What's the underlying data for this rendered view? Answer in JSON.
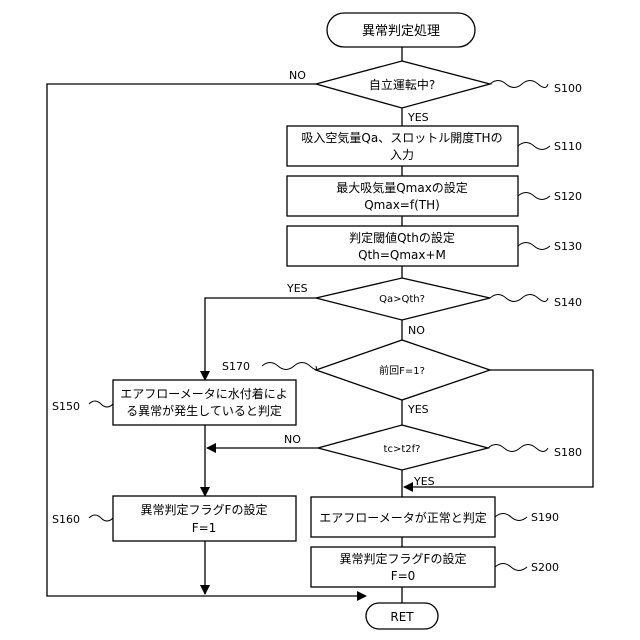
{
  "start": {
    "label": "異常判定処理"
  },
  "end": {
    "label": "RET"
  },
  "decisions": {
    "s100": {
      "text": "自立運転中?",
      "step": "S100",
      "no_label": "NO",
      "yes_label": "YES"
    },
    "s140": {
      "text": "Qa>Qth?",
      "step": "S140",
      "yes_label": "YES",
      "no_label": "NO"
    },
    "s170": {
      "text": "前回F=1?",
      "step": "S170",
      "yes_label": "YES"
    },
    "s180": {
      "text": "tc>t2f?",
      "step": "S180",
      "no_label": "NO",
      "yes_label": "YES"
    }
  },
  "processes": {
    "s110": {
      "line1": "吸入空気量Qa、スロットル開度THの",
      "line2": "入力",
      "step": "S110"
    },
    "s120": {
      "line1": "最大吸気量Qmaxの設定",
      "line2": "Qmax=f(TH)",
      "step": "S120"
    },
    "s130": {
      "line1": "判定閾値Qthの設定",
      "line2": "Qth=Qmax+M",
      "step": "S130"
    },
    "s150": {
      "line1": "エアフローメータに水付着によ",
      "line2": "る異常が発生していると判定",
      "step": "S150"
    },
    "s160": {
      "line1": "異常判定フラグFの設定",
      "line2": "F=1",
      "step": "S160"
    },
    "s190": {
      "line1": "エアフローメータが正常と判定",
      "step": "S190"
    },
    "s200": {
      "line1": "異常判定フラグFの設定",
      "line2": "F=0",
      "step": "S200"
    }
  }
}
